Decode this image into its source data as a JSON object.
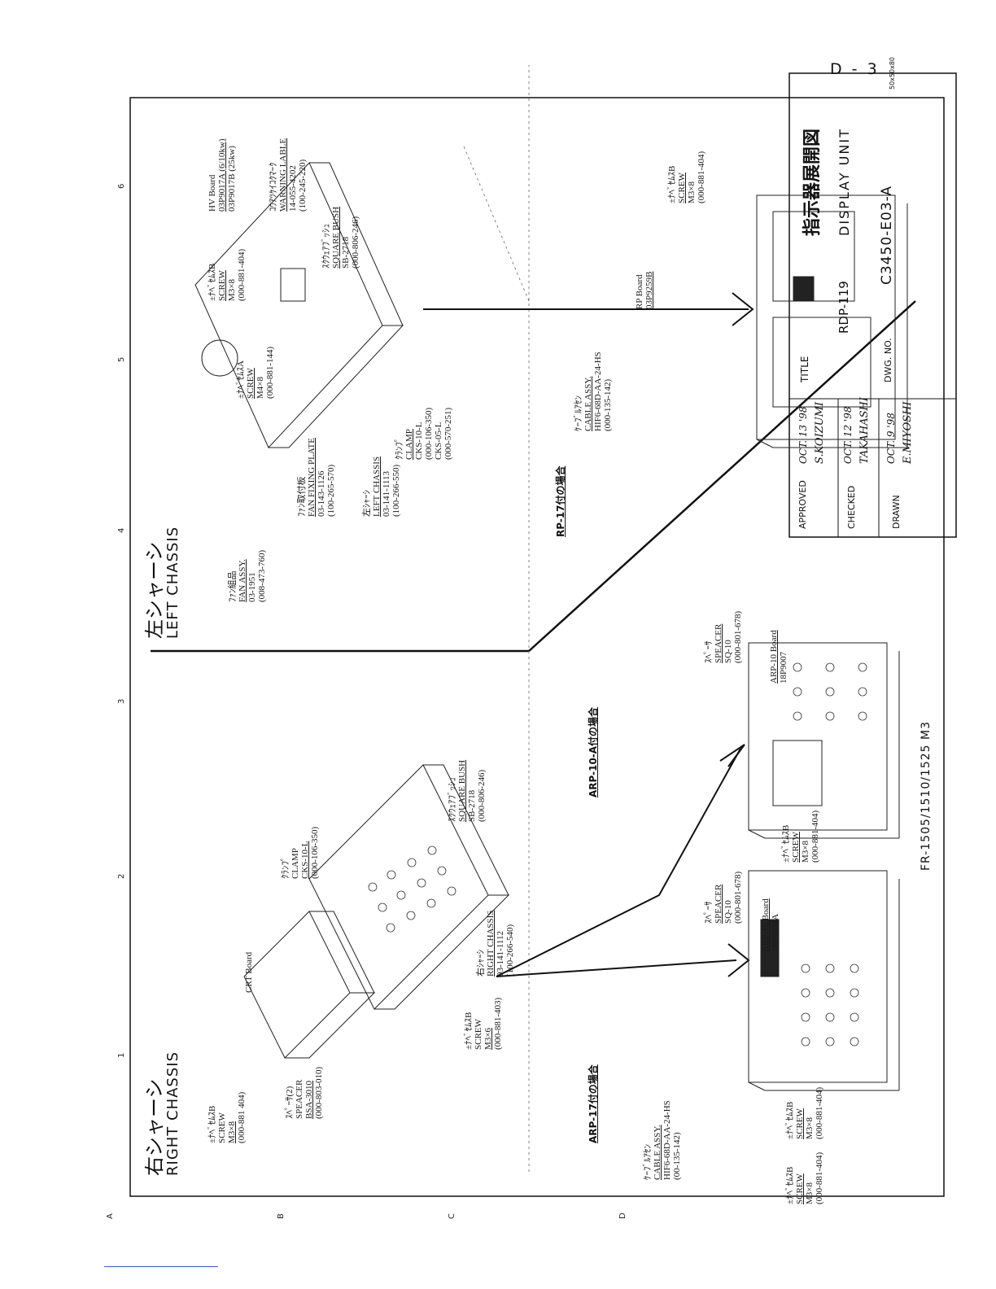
{
  "page_id": "D - 3",
  "paper_size": "50x50x80",
  "grid": {
    "columns": [
      "1",
      "2",
      "3",
      "4",
      "5",
      "6"
    ],
    "rows": [
      "A",
      "B",
      "C",
      "D"
    ]
  },
  "sections": {
    "right_chassis_jp": "右シャーシ",
    "right_chassis_en": "RIGHT CHASSIS",
    "left_chassis_jp": "左シャーシ",
    "left_chassis_en": "LEFT CHASSIS",
    "arp17": "ARP-17付の場合",
    "arp10": "ARP-10-A付の場合",
    "rp17": "RP-17付の場合"
  },
  "labels": {
    "screw_m3x8_a": [
      "±ﾅﾍﾞｾﾑｽB",
      "SCREW",
      "M3×8",
      "(000-881 404)"
    ],
    "crt_board": [
      "CRT Board"
    ],
    "spacer_bsa": [
      "ｽﾍﾟｰｻ(2)",
      "SPEACER",
      "BSA-3010",
      "(000-803-010)"
    ],
    "screw_m3x6": [
      "±ﾅﾍﾞｾﾑｽB",
      "SCREW",
      "M3×6",
      "(000-881-403)"
    ],
    "right_chassis_part": [
      "右ｼｬｰｼ",
      "RIGHT CHASSIS",
      "03-141-1112",
      "(100-266-540)"
    ],
    "clamp_r": [
      "ｸﾗﾝﾌﾟ",
      "CLAMP",
      "CKS-10-L",
      "(000-106-350)"
    ],
    "square_bush_r": [
      "ｽｸｳｪｱﾌﾞｯｼｭ",
      "SQUARE BUSH",
      "SB-2718",
      "(000-806-246)"
    ],
    "cable_arp17": [
      "ｹｰﾌﾞﾙｱｾﾝ",
      "CABLE ASSY.",
      "HIF6-68D-AA-24-HS",
      "(00-135-142)"
    ],
    "screw_arp17": [
      "±ﾅﾍﾞｾﾑｽB",
      "SCREW",
      "M3×8",
      "(000-881-404)"
    ],
    "spacer_arp17": [
      "ｽﾍﾟｰｻ",
      "SPEACER",
      "SQ-10",
      "(000-801-678)"
    ],
    "arp15_board": [
      "ARP-15 Board",
      "18P9004A"
    ],
    "screw_arp17_b": [
      "±ﾅﾍﾞｾﾑｽB",
      "SCREW",
      "M3×8",
      "(000-881-404)"
    ],
    "screw_arp10": [
      "±ﾅﾍﾞｾﾑｽB",
      "SCREW",
      "M3×8",
      "(000-881-404)"
    ],
    "spacer_arp10": [
      "ｽﾍﾟｰｻ",
      "SPEACER",
      "SQ-10",
      "(000-801-678)"
    ],
    "arp10_board": [
      "ARP-10 Board",
      "18P9007"
    ],
    "fan_assy": [
      "ﾌｧﾝ組品",
      "FAN ASSY.",
      "03-1951",
      "(008-473-760)"
    ],
    "fan_plate": [
      "ﾌｧﾝ取付板",
      "FAN FIXING PLATE",
      "03-143-1126",
      "(100-265-570)"
    ],
    "left_chassis_part": [
      "左ｼｬｰｼ",
      "LEFT CHASSIS",
      "03-141-1113",
      "(100-266-550)"
    ],
    "clamp_l": [
      "ｸﾗﾝﾌﾟ",
      "CLAMP",
      "CKS-10-L",
      "(000-106-350)",
      "CKS-05-L",
      "(000-570-251)"
    ],
    "screw_m4x8": [
      "±ﾅﾍﾞｾﾑｽA",
      "SCREW",
      "M4×8",
      "(000-881-144)"
    ],
    "screw_m3x8_l": [
      "±ﾅﾍﾞｾﾑｽB",
      "SCREW",
      "M3×8",
      "(000-881-404)"
    ],
    "hv_board": [
      "HV Board",
      "03P9017A (6/10kw)",
      "03P9017B (25kw)"
    ],
    "warning_lable": [
      "ｺｳｱﾂｹｲｺｸﾏｰｸ",
      "WARNING LABLE",
      "14-055-4202",
      "(100-245-220)"
    ],
    "square_bush_l": [
      "ｽｸｳｪｱﾌﾞｯｼｭ",
      "SQUARE BUSH",
      "SB-2718",
      "(000-806-246)"
    ],
    "cable_rp17": [
      "ｹｰﾌﾞﾙｱｾﾝ",
      "CABLE ASSY.",
      "HIF6-68D-AA-24-HS",
      "(000-135-142)"
    ],
    "rp_board": [
      "RP Board",
      "03P9259B"
    ],
    "screw_rp17": [
      "±ﾅﾍﾞｾﾑｽB",
      "SCREW",
      "M3×8",
      "(000-881-404)"
    ]
  },
  "title_block": {
    "approved_label": "APPROVED",
    "approved_date": "OCT. 13 '98",
    "approved_name": "S.KOIZUMI",
    "checked_label": "CHECKED",
    "checked_date": "OCT. 12 '98",
    "checked_name": "TAKAHASHI",
    "drawn_label": "DRAWN",
    "drawn_date": "OCT. 9 '98",
    "drawn_name": "E.MIYOSHI",
    "title_label": "TITLE",
    "title_jp": "指示器展開図",
    "model": "RDP-119",
    "title_en": "DISPLAY UNIT",
    "dwg_label": "DWG. NO.",
    "dwg_no": "C3450-E03-A"
  },
  "model_footer": "FR-1505/1510/1525 M3"
}
